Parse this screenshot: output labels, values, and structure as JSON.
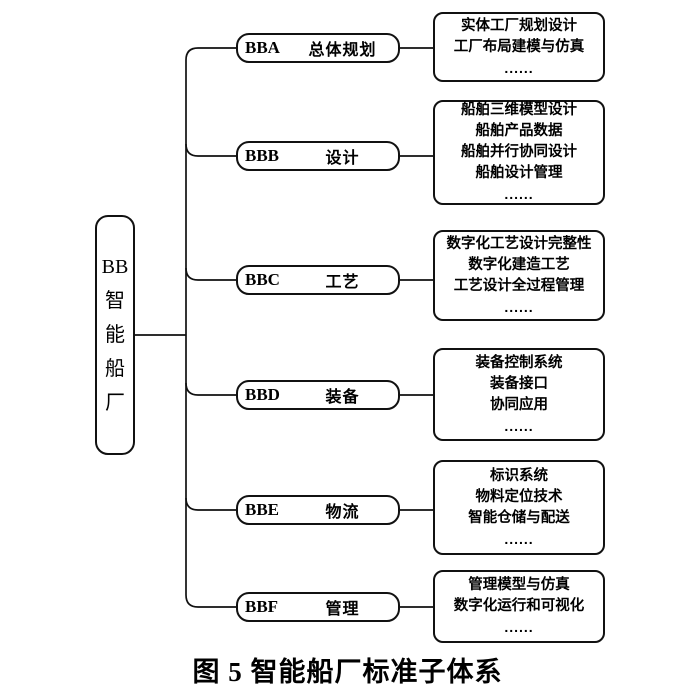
{
  "figure": {
    "root": {
      "lines": [
        "BB",
        "智",
        "能",
        "船",
        "厂"
      ]
    },
    "branches": [
      {
        "code": "BBA",
        "label": "总体规划",
        "items": [
          "实体工厂规划设计",
          "工厂布局建模与仿真",
          "......"
        ]
      },
      {
        "code": "BBB",
        "label": "设计",
        "items": [
          "船舶三维模型设计",
          "船舶产品数据",
          "船舶并行协同设计",
          "船舶设计管理",
          "......"
        ]
      },
      {
        "code": "BBC",
        "label": "工艺",
        "items": [
          "数字化工艺设计完整性",
          "数字化建造工艺",
          "工艺设计全过程管理",
          "......"
        ]
      },
      {
        "code": "BBD",
        "label": "装备",
        "items": [
          "装备控制系统",
          "装备接口",
          "协同应用",
          "......"
        ]
      },
      {
        "code": "BBE",
        "label": "物流",
        "items": [
          "标识系统",
          "物料定位技术",
          "智能仓储与配送",
          "......"
        ]
      },
      {
        "code": "BBF",
        "label": "管理",
        "items": [
          "管理模型与仿真",
          "数字化运行和可视化",
          "......"
        ]
      }
    ],
    "caption": "图 5 智能船厂标准子体系",
    "colors": {
      "line": "#111111",
      "background": "#ffffff",
      "text": "#000000"
    }
  }
}
